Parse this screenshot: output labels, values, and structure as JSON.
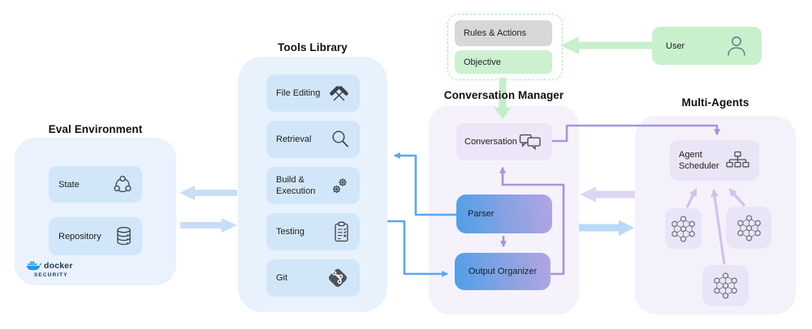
{
  "eval_environment": {
    "title": "Eval Environment",
    "state_label": "State",
    "repository_label": "Repository",
    "docker_label": "docker",
    "security_label": "SECURITY"
  },
  "tools_library": {
    "title": "Tools Library",
    "items": [
      {
        "label": "File Editing",
        "icon": "hammers-icon"
      },
      {
        "label": "Retrieval",
        "icon": "magnifier-icon"
      },
      {
        "label": "Build & Execution",
        "icon": "gears-icon"
      },
      {
        "label": "Testing",
        "icon": "clipboard-icon"
      },
      {
        "label": "Git",
        "icon": "git-icon"
      }
    ]
  },
  "conversation_manager": {
    "title": "Conversation Manager",
    "rules_actions_label": "Rules & Actions",
    "objective_label": "Objective",
    "conversation_label": "Conversation",
    "parser_label": "Parser",
    "output_organizer_label": "Output Organizer"
  },
  "user_panel": {
    "label": "User"
  },
  "multi_agents": {
    "title": "Multi-Agents",
    "agent_scheduler_label": "Agent Scheduler",
    "agent_icon": "neural-network-icon"
  },
  "colors": {
    "light_blue_container": "#e9f2fd",
    "light_blue_node": "#d2e6fa",
    "pale_blue_arrow": "#c8def6",
    "bright_blue_line": "#5aa6ef",
    "green_fill": "#c9f0cd",
    "green_dash_border": "#a7e8af",
    "gray_fill": "#d7d7d7",
    "lavender_container": "#f5f2fb",
    "lavender_node": "#eae4f7",
    "purple_line": "#a696d6",
    "pale_purple_arrow": "#ded5f2",
    "gradient_start": "#4f9fe8",
    "gradient_end": "#b2a5e1",
    "git_dark": "#4e545b",
    "docker_blue": "#2496ed"
  }
}
